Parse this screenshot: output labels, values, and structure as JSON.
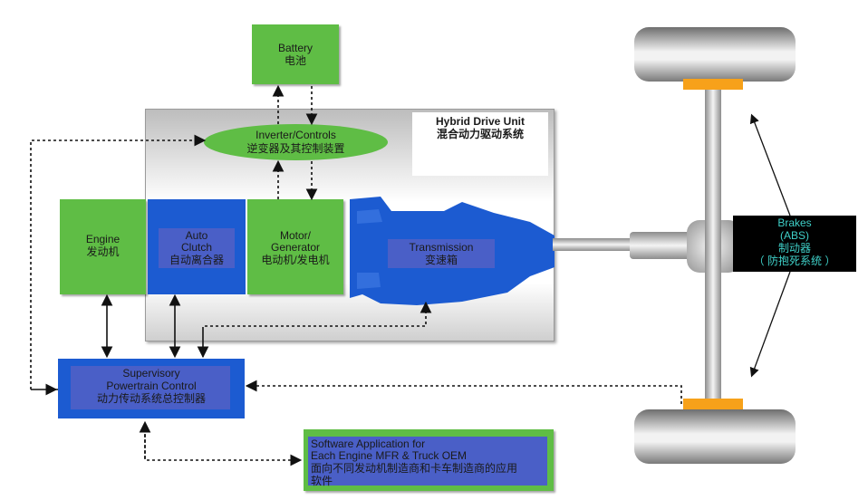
{
  "battery": {
    "en": "Battery",
    "zh": "电池"
  },
  "hybrid_unit": {
    "en": "Hybrid Drive Unit",
    "zh": "混合动力驱动系统"
  },
  "inverter": {
    "en": "Inverter/Controls",
    "zh": "逆变器及其控制装置"
  },
  "engine": {
    "en": "Engine",
    "zh": "发动机"
  },
  "clutch": {
    "en1": "Auto",
    "en2": "Clutch",
    "zh": "自动离合器"
  },
  "motor": {
    "en1": "Motor/",
    "en2": "Generator",
    "zh": "电动机/发电机"
  },
  "transmission": {
    "en": "Transmission",
    "zh": "变速箱"
  },
  "supervisory": {
    "en1": "Supervisory",
    "en2": "Powertrain Control",
    "zh": "动力传动系统总控制器"
  },
  "software": {
    "en1": "Software Application for",
    "en2": "Each Engine MFR & Truck OEM",
    "zh1": "面向不同发动机制造商和卡车制造商的应用",
    "zh2": "软件"
  },
  "brakes": {
    "en1": "Brakes",
    "en2": "(ABS)",
    "zh1": "制动器",
    "zh2": "（ 防抱死系统 ）"
  },
  "colors": {
    "green_box": "#5fbd45",
    "blue_box": "#1c5bd1",
    "inner_box": "#4a5fc7",
    "hub": "#f7a11a",
    "brakes_text": "#3fd0c8"
  }
}
